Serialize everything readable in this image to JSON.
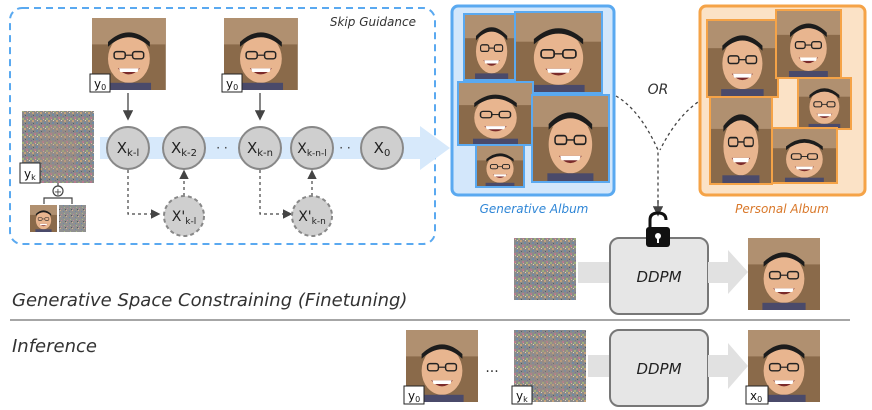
{
  "training": {
    "skip_guidance_label": "Skip Guidance",
    "subscripts": {
      "y0": "0",
      "yk": "k"
    },
    "condition_label_a": "y",
    "condition_label_b": "y",
    "chain": [
      {
        "main": "X",
        "sub": "k-l"
      },
      {
        "main": "X",
        "sub": "k-2"
      },
      {
        "main": "X",
        "sub": "k-n"
      },
      {
        "main": "X",
        "sub": "k-n-l"
      },
      {
        "main": "X",
        "sub": "0"
      }
    ],
    "ellipsis_dots": "· ·",
    "skip_nodes": [
      {
        "main": "X'",
        "sub": "k-l"
      },
      {
        "main": "X'",
        "sub": "k-n"
      }
    ],
    "plus_symbol": "+"
  },
  "albums": {
    "generative_label": "Generative Album",
    "personal_label": "Personal Album",
    "or_label": "OR",
    "generative_color": "#5aa9f0",
    "personal_color": "#f5a347"
  },
  "finetune": {
    "title": "Generative Space Constraining (Finetuning)",
    "ddpm_label": "DDPM"
  },
  "inference": {
    "title": "Inference",
    "ddpm_label": "DDPM",
    "ellipsis": "...",
    "input_labels": [
      {
        "main": "y",
        "sub": "0"
      },
      {
        "main": "y",
        "sub": "k"
      }
    ],
    "output_label": {
      "main": "x",
      "sub": "0"
    }
  }
}
